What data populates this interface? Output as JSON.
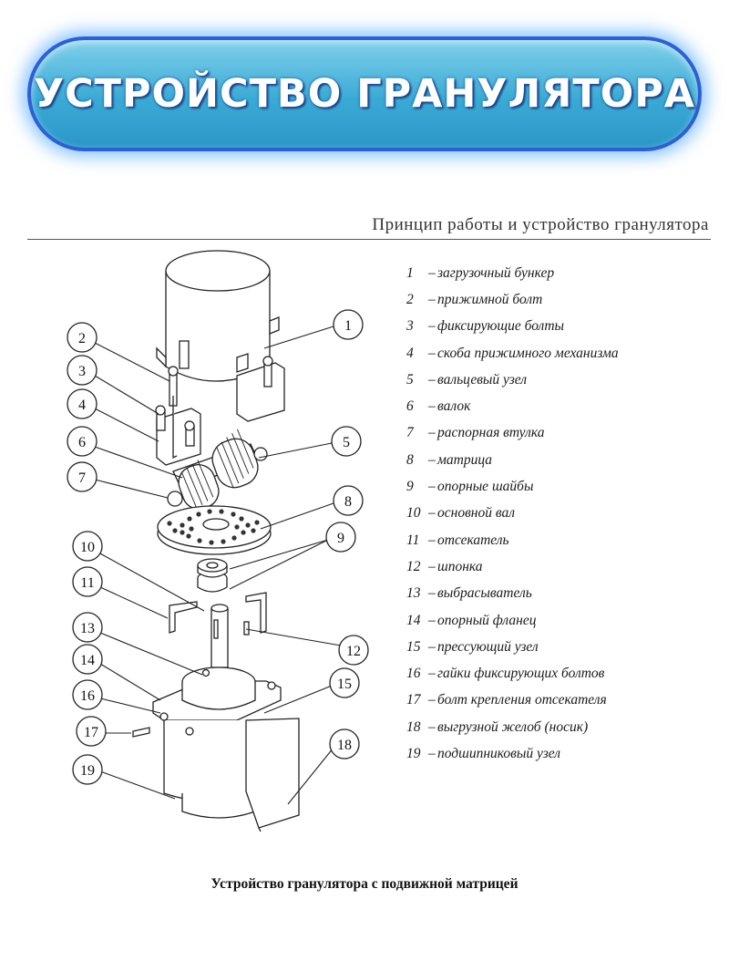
{
  "banner": {
    "title": "УСТРОЙСТВО ГРАНУЛЯТОРА"
  },
  "section_header": "Принцип работы и устройство гранулятора",
  "parts": [
    {
      "num": "1",
      "name": "загрузочный бункер"
    },
    {
      "num": "2",
      "name": "прижимной болт"
    },
    {
      "num": "3",
      "name": "фиксирующие болты"
    },
    {
      "num": "4",
      "name": "скоба прижимного механизма"
    },
    {
      "num": "5",
      "name": "вальцевый узел"
    },
    {
      "num": "6",
      "name": "валок"
    },
    {
      "num": "7",
      "name": "распорная втулка"
    },
    {
      "num": "8",
      "name": "матрица"
    },
    {
      "num": "9",
      "name": "опорные шайбы"
    },
    {
      "num": "10",
      "name": "основной вал"
    },
    {
      "num": "11",
      "name": "отсекатель"
    },
    {
      "num": "12",
      "name": "шпонка"
    },
    {
      "num": "13",
      "name": "выбрасыватель"
    },
    {
      "num": "14",
      "name": "опорный фланец"
    },
    {
      "num": "15",
      "name": "прессующий узел"
    },
    {
      "num": "16",
      "name": "гайки фиксирующих болтов"
    },
    {
      "num": "17",
      "name": "болт крепления отсекателя"
    },
    {
      "num": "18",
      "name": "выгрузной желоб (носик)"
    },
    {
      "num": "19",
      "name": "подшипниковый узел"
    }
  ],
  "caption": "Устройство гранулятора с подвижной матрицей"
}
